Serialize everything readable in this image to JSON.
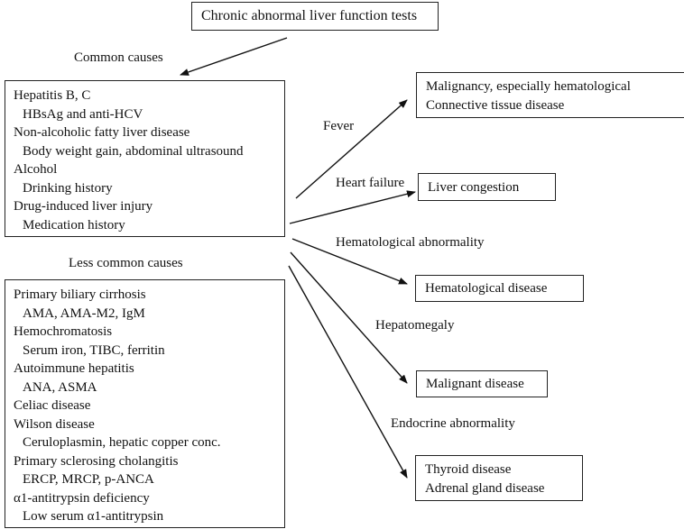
{
  "title": "Chronic abnormal liver function tests",
  "common_label": "Common causes",
  "less_common_label": "Less common causes",
  "common_causes": [
    {
      "text": "Hepatitis B, C",
      "sub": false
    },
    {
      "text": "HBsAg and anti-HCV",
      "sub": true
    },
    {
      "text": "Non-alcoholic fatty liver disease",
      "sub": false
    },
    {
      "text": "Body weight gain, abdominal ultrasound",
      "sub": true
    },
    {
      "text": "Alcohol",
      "sub": false
    },
    {
      "text": "Drinking history",
      "sub": true
    },
    {
      "text": "Drug-induced liver injury",
      "sub": false
    },
    {
      "text": "Medication history",
      "sub": true
    }
  ],
  "less_common_causes": [
    {
      "text": "Primary biliary cirrhosis",
      "sub": false
    },
    {
      "text": "AMA, AMA-M2, IgM",
      "sub": true
    },
    {
      "text": "Hemochromatosis",
      "sub": false
    },
    {
      "text": "Serum iron, TIBC, ferritin",
      "sub": true
    },
    {
      "text": "Autoimmune hepatitis",
      "sub": false
    },
    {
      "text": "ANA, ASMA",
      "sub": true
    },
    {
      "text": "Celiac disease",
      "sub": false
    },
    {
      "text": "Wilson disease",
      "sub": false
    },
    {
      "text": "Ceruloplasmin, hepatic copper conc.",
      "sub": true
    },
    {
      "text": "Primary sclerosing cholangitis",
      "sub": false
    },
    {
      "text": "ERCP, MRCP, p-ANCA",
      "sub": true
    },
    {
      "text": "α1-antitrypsin deficiency",
      "sub": false
    },
    {
      "text": "Low serum α1-antitrypsin",
      "sub": true
    }
  ],
  "branches": [
    {
      "condition": "Fever",
      "outcomes": [
        "Malignancy, especially hematological",
        "Connective tissue disease"
      ]
    },
    {
      "condition": "Heart failure",
      "outcomes": [
        "Liver congestion"
      ]
    },
    {
      "condition": "Hematological abnormality",
      "outcomes": [
        "Hematological disease"
      ]
    },
    {
      "condition": "Hepatomegaly",
      "outcomes": [
        "Malignant disease"
      ]
    },
    {
      "condition": "Endocrine abnormality",
      "outcomes": [
        "Thyroid disease",
        "Adrenal gland disease"
      ]
    }
  ]
}
